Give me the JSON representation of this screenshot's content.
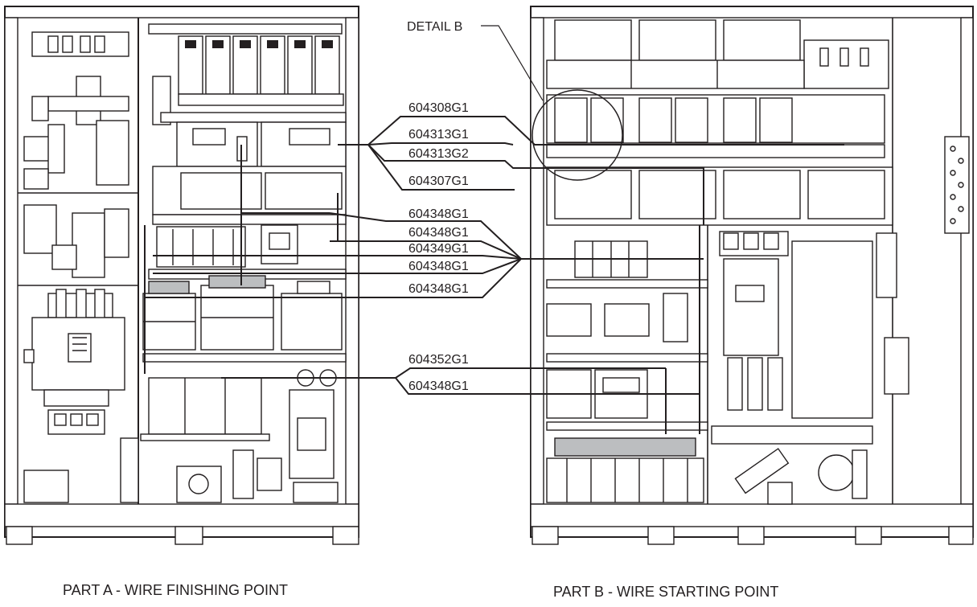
{
  "detail_label": "DETAIL B",
  "part_numbers": [
    "604308G1",
    "604313G1",
    "604313G2",
    "604307G1",
    "604348G1",
    "604348G1",
    "604349G1",
    "604348G1",
    "604348G1",
    "604352G1",
    "604348G1"
  ],
  "captions": {
    "left": "PART A - WIRE FINISHING POINT",
    "right": "PART B - WIRE STARTING POINT"
  }
}
